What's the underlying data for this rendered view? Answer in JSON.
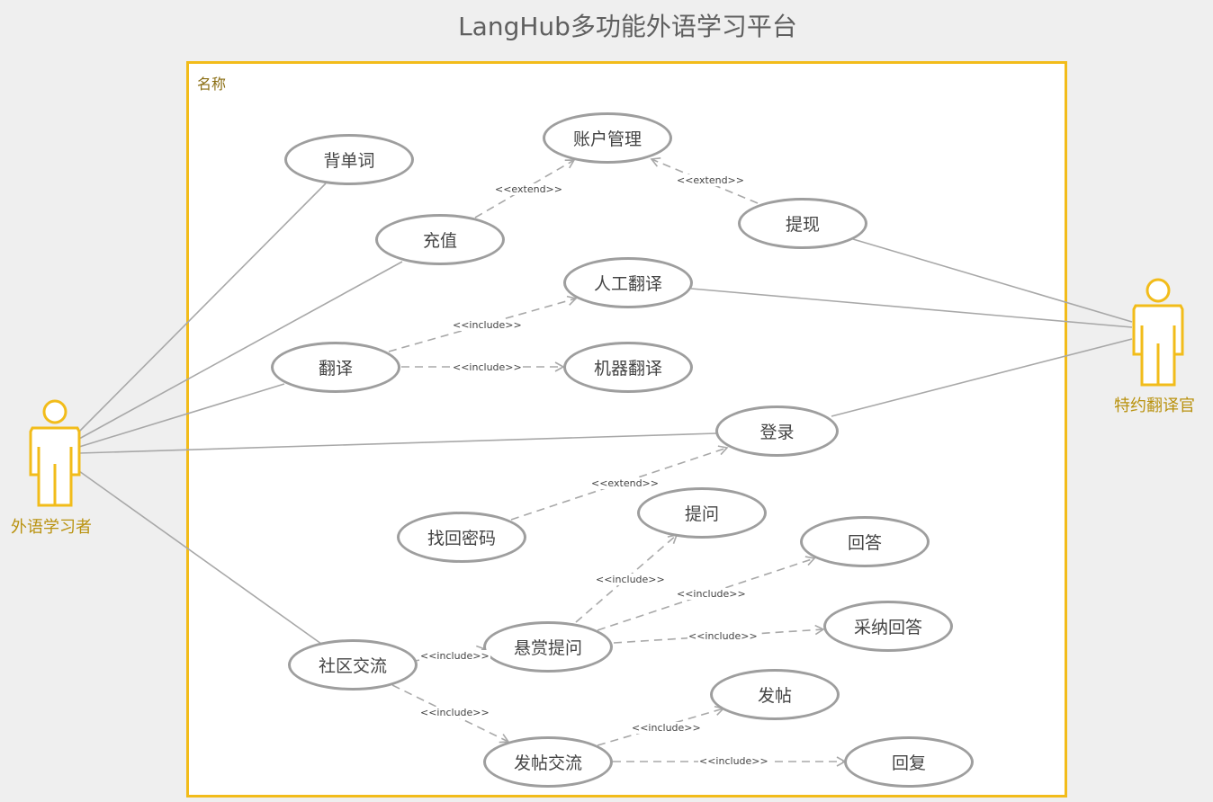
{
  "title": "LangHub多功能外语学习平台",
  "system": {
    "name": "名称"
  },
  "actors": {
    "learner": "外语学习者",
    "translator": "特约翻译官"
  },
  "use_cases": {
    "vocab": "背单词",
    "account": "账户管理",
    "recharge": "充值",
    "withdraw": "提现",
    "human_translation": "人工翻译",
    "translate": "翻译",
    "machine_translation": "机器翻译",
    "login": "登录",
    "recover_password": "找回密码",
    "ask": "提问",
    "answer": "回答",
    "bounty_question": "悬赏提问",
    "accept_answer": "采纳回答",
    "community": "社区交流",
    "post": "发帖",
    "post_exchange": "发帖交流",
    "reply": "回复"
  },
  "relations": {
    "extend": "<<extend>>",
    "include": "<<include>>"
  },
  "colors": {
    "actor": "#f2bc1a",
    "actor_label": "#b9920f",
    "ellipse_border": "#9e9e9e",
    "line": "#a8a8a8"
  }
}
